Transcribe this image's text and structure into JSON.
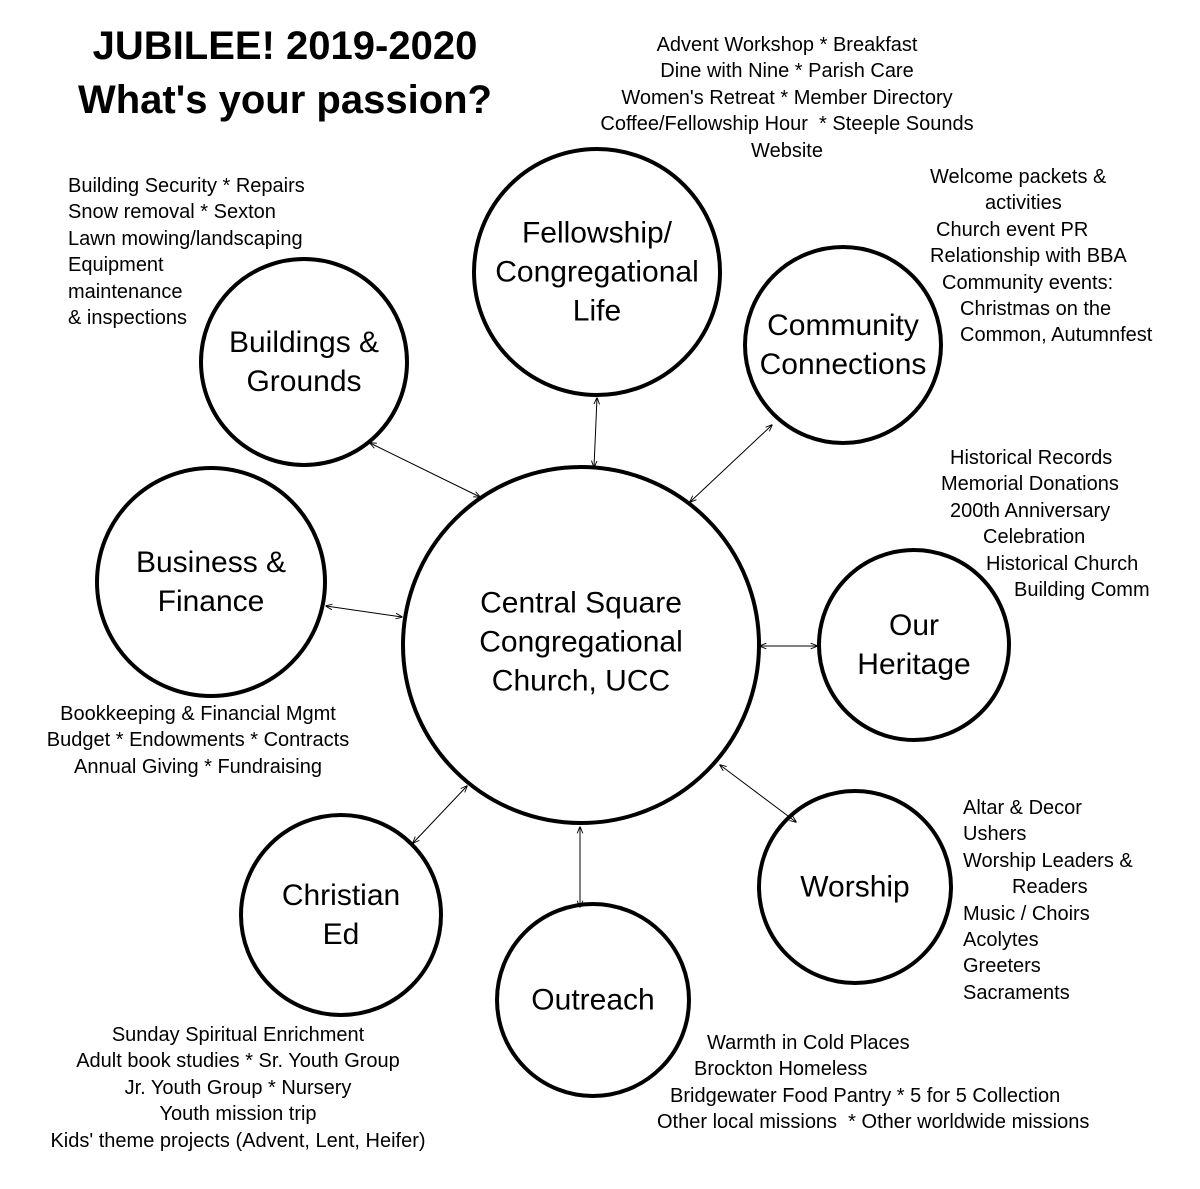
{
  "title": {
    "line1": "JUBILEE! 2019-2020",
    "line2": "What's your passion?"
  },
  "center": {
    "label": [
      "Central Square",
      "Congregational",
      "Church, UCC"
    ]
  },
  "ministries": {
    "fellowship": {
      "label": [
        "Fellowship/",
        "Congregational",
        "Life"
      ],
      "items": [
        "Advent Workshop * Breakfast",
        "Dine with Nine * Parish Care",
        "Women's Retreat * Member Directory",
        "Coffee/Fellowship Hour  * Steeple Sounds",
        "Website"
      ]
    },
    "buildings": {
      "label": [
        "Buildings &",
        "Grounds"
      ],
      "items": [
        "Building Security * Repairs",
        "Snow removal * Sexton",
        "Lawn mowing/landscaping",
        "Equipment",
        "maintenance",
        "& inspections"
      ]
    },
    "community": {
      "label": [
        "Community",
        "Connections"
      ],
      "items": [
        "Welcome packets &",
        "activities",
        "Church event PR",
        "Relationship with BBA",
        "Community events:",
        "Christmas on the",
        "Common, Autumnfest"
      ]
    },
    "business": {
      "label": [
        "Business &",
        "Finance"
      ],
      "items": [
        "Bookkeeping & Financial Mgmt",
        "Budget * Endowments * Contracts",
        "Annual Giving * Fundraising"
      ]
    },
    "heritage": {
      "label": [
        "Our",
        "Heritage"
      ],
      "items": [
        "Historical Records",
        "Memorial Donations",
        "200th Anniversary",
        "Celebration",
        "Historical Church",
        "Building Comm"
      ]
    },
    "worship": {
      "label": [
        "Worship"
      ],
      "items": [
        "Altar & Decor",
        "Ushers",
        "Worship Leaders &",
        "Readers",
        "Music / Choirs",
        "Acolytes",
        "Greeters",
        "Sacraments"
      ]
    },
    "outreach": {
      "label": [
        "Outreach"
      ],
      "items": [
        "Warmth in Cold Places",
        "Brockton Homeless",
        "Bridgewater Food Pantry * 5 for 5 Collection",
        "Other local missions  * Other worldwide missions"
      ]
    },
    "christian_ed": {
      "label": [
        "Christian",
        "Ed"
      ],
      "items": [
        "Sunday Spiritual Enrichment",
        "Adult book studies * Sr. Youth Group",
        "Jr. Youth Group * Nursery",
        "Youth mission trip",
        "Kids' theme projects (Advent, Lent, Heifer)"
      ]
    }
  }
}
